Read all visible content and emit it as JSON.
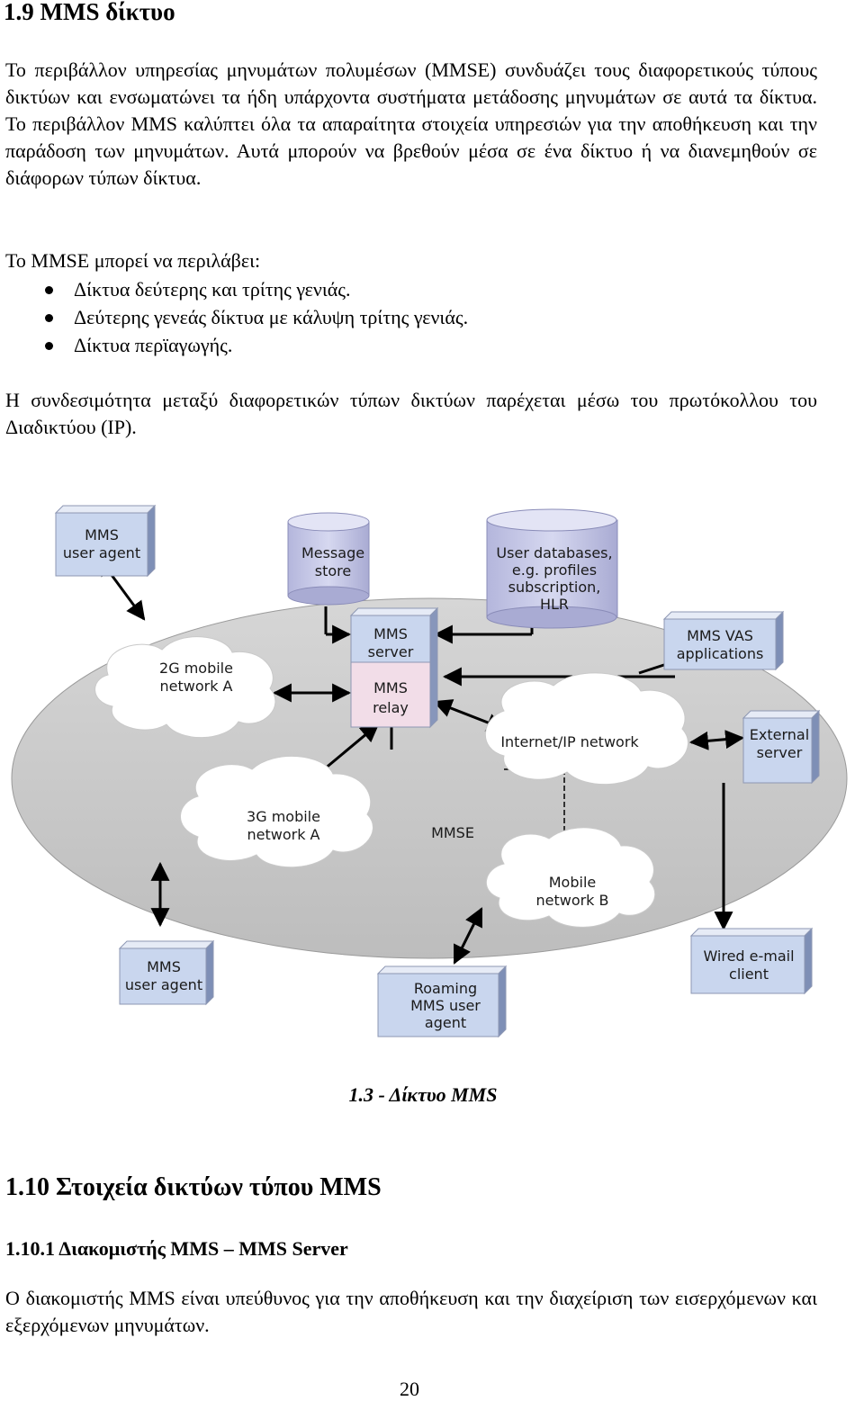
{
  "heading_1_9": "1.9 MMS δίκτυο",
  "intro_paragraph": "Το περιβάλλον υπηρεσίας μηνυμάτων πολυμέσων (MMSE) συνδυάζει τους διαφορετικούς τύπους δικτύων και ενσωματώνει τα ήδη υπάρχοντα συστήματα μετάδοσης μηνυμάτων σε αυτά τα δίκτυα. Το περιβάλλον MMS καλύπτει όλα τα απαραίτητα στοιχεία υπηρεσιών για την αποθήκευση και την παράδοση των μηνυμάτων. Αυτά μπορούν να βρεθούν μέσα σε ένα δίκτυο ή να διανεμηθούν σε διάφορων τύπων δίκτυα.",
  "list_intro": "Το MMSE μπορεί να περιλάβει:",
  "list_items": [
    "Δίκτυα δεύτερης και τρίτης γενιάς.",
    "Δεύτερης γενεάς δίκτυα με κάλυψη τρίτης γενιάς.",
    "Δίκτυα περϊαγωγής."
  ],
  "connectivity_paragraph": "Η συνδεσιμότητα μεταξύ διαφορετικών τύπων δικτύων παρέχεται μέσω του πρωτόκολλου του Διαδικτύου (IP).",
  "diagram": {
    "mms_user_agent_top": [
      "MMS",
      "user agent"
    ],
    "message_store": [
      "Message",
      "store"
    ],
    "user_databases": [
      "User databases,",
      "e.g. profiles",
      "subscription,",
      "HLR"
    ],
    "mms_server": [
      "MMS",
      "server"
    ],
    "mms_relay": [
      "MMS",
      "relay"
    ],
    "mms_vas": [
      "MMS VAS",
      "applications"
    ],
    "network_2g": [
      "2G mobile",
      "network A"
    ],
    "internet_ip": [
      "Internet/IP network"
    ],
    "external_server": [
      "External",
      "server"
    ],
    "network_3g": [
      "3G mobile",
      "network A"
    ],
    "mmse_label": [
      "MMSE"
    ],
    "mobile_network_b": [
      "Mobile",
      "network B"
    ],
    "mms_user_agent_bottom": [
      "MMS",
      "user agent"
    ],
    "roaming_agent": [
      "Roaming",
      "MMS user",
      "agent"
    ],
    "wired_email": [
      "Wired e-mail",
      "client"
    ]
  },
  "figure_caption": "1.3 - Δίκτυο MMS",
  "heading_1_10": "1.10 Στοιχεία δικτύων τύπου MMS",
  "heading_1_10_1": "1.10.1 Διακομιστής MMS – MMS Server",
  "server_paragraph": "Ο διακομιστής MMS είναι υπεύθυνος για την αποθήκευση και την διαχείριση των εισερχόμενων και εξερχόμενων μηνυμάτων.",
  "page_number": "20",
  "colors": {
    "ellipse": "#c8c8c8",
    "box_blue": "#c9d6ee",
    "box_pink": "#f2dde8",
    "cloud": "#ffffff",
    "cylinder": "#c4c6e6"
  }
}
